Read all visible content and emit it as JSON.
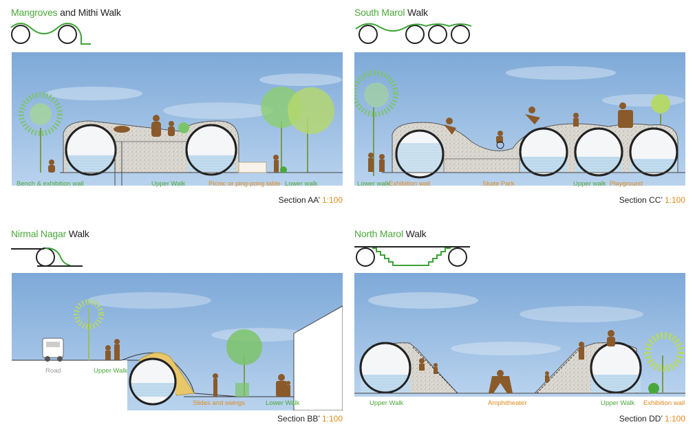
{
  "panels": [
    {
      "title_green": "Mangroves",
      "title_black": " and Mithi Walk",
      "section_label": "Section AA’",
      "scale": "1:100",
      "labels": [
        "Bench & exhibition wall",
        "Upper Walk",
        "Picnic or ping-pong table",
        "Lower walk"
      ]
    },
    {
      "title_green": "South Marol",
      "title_black": " Walk",
      "section_label": "Section CC’",
      "scale": "1:100",
      "labels": [
        "Lower walk",
        "Exhibition wall",
        "Skate Park",
        "Upper walk",
        "Playground"
      ]
    },
    {
      "title_green": "Nirmal Nagar",
      "title_black": " Walk",
      "section_label": "Section BB’",
      "scale": "1:100",
      "labels": [
        "Road",
        "Upper Walk",
        "Slides and swings",
        "Lower Walk"
      ]
    },
    {
      "title_green": "North Marol",
      "title_black": " Walk",
      "section_label": "Section DD’",
      "scale": "1:100",
      "labels": [
        "Upper Walk",
        "Amphitheater",
        "Upper Walk",
        "Exhibition wall"
      ]
    }
  ],
  "colors": {
    "green_text": "#4aa83a",
    "orange_text": "#e08a1e",
    "sky": "#8fb8e0",
    "concrete": "#d9d6cf",
    "water": "#bcd7ea",
    "sand": "#e8c66a",
    "figure": "#8a5a2b",
    "tree_green": "#7cc46a",
    "tree_lime": "#b5d86a"
  }
}
